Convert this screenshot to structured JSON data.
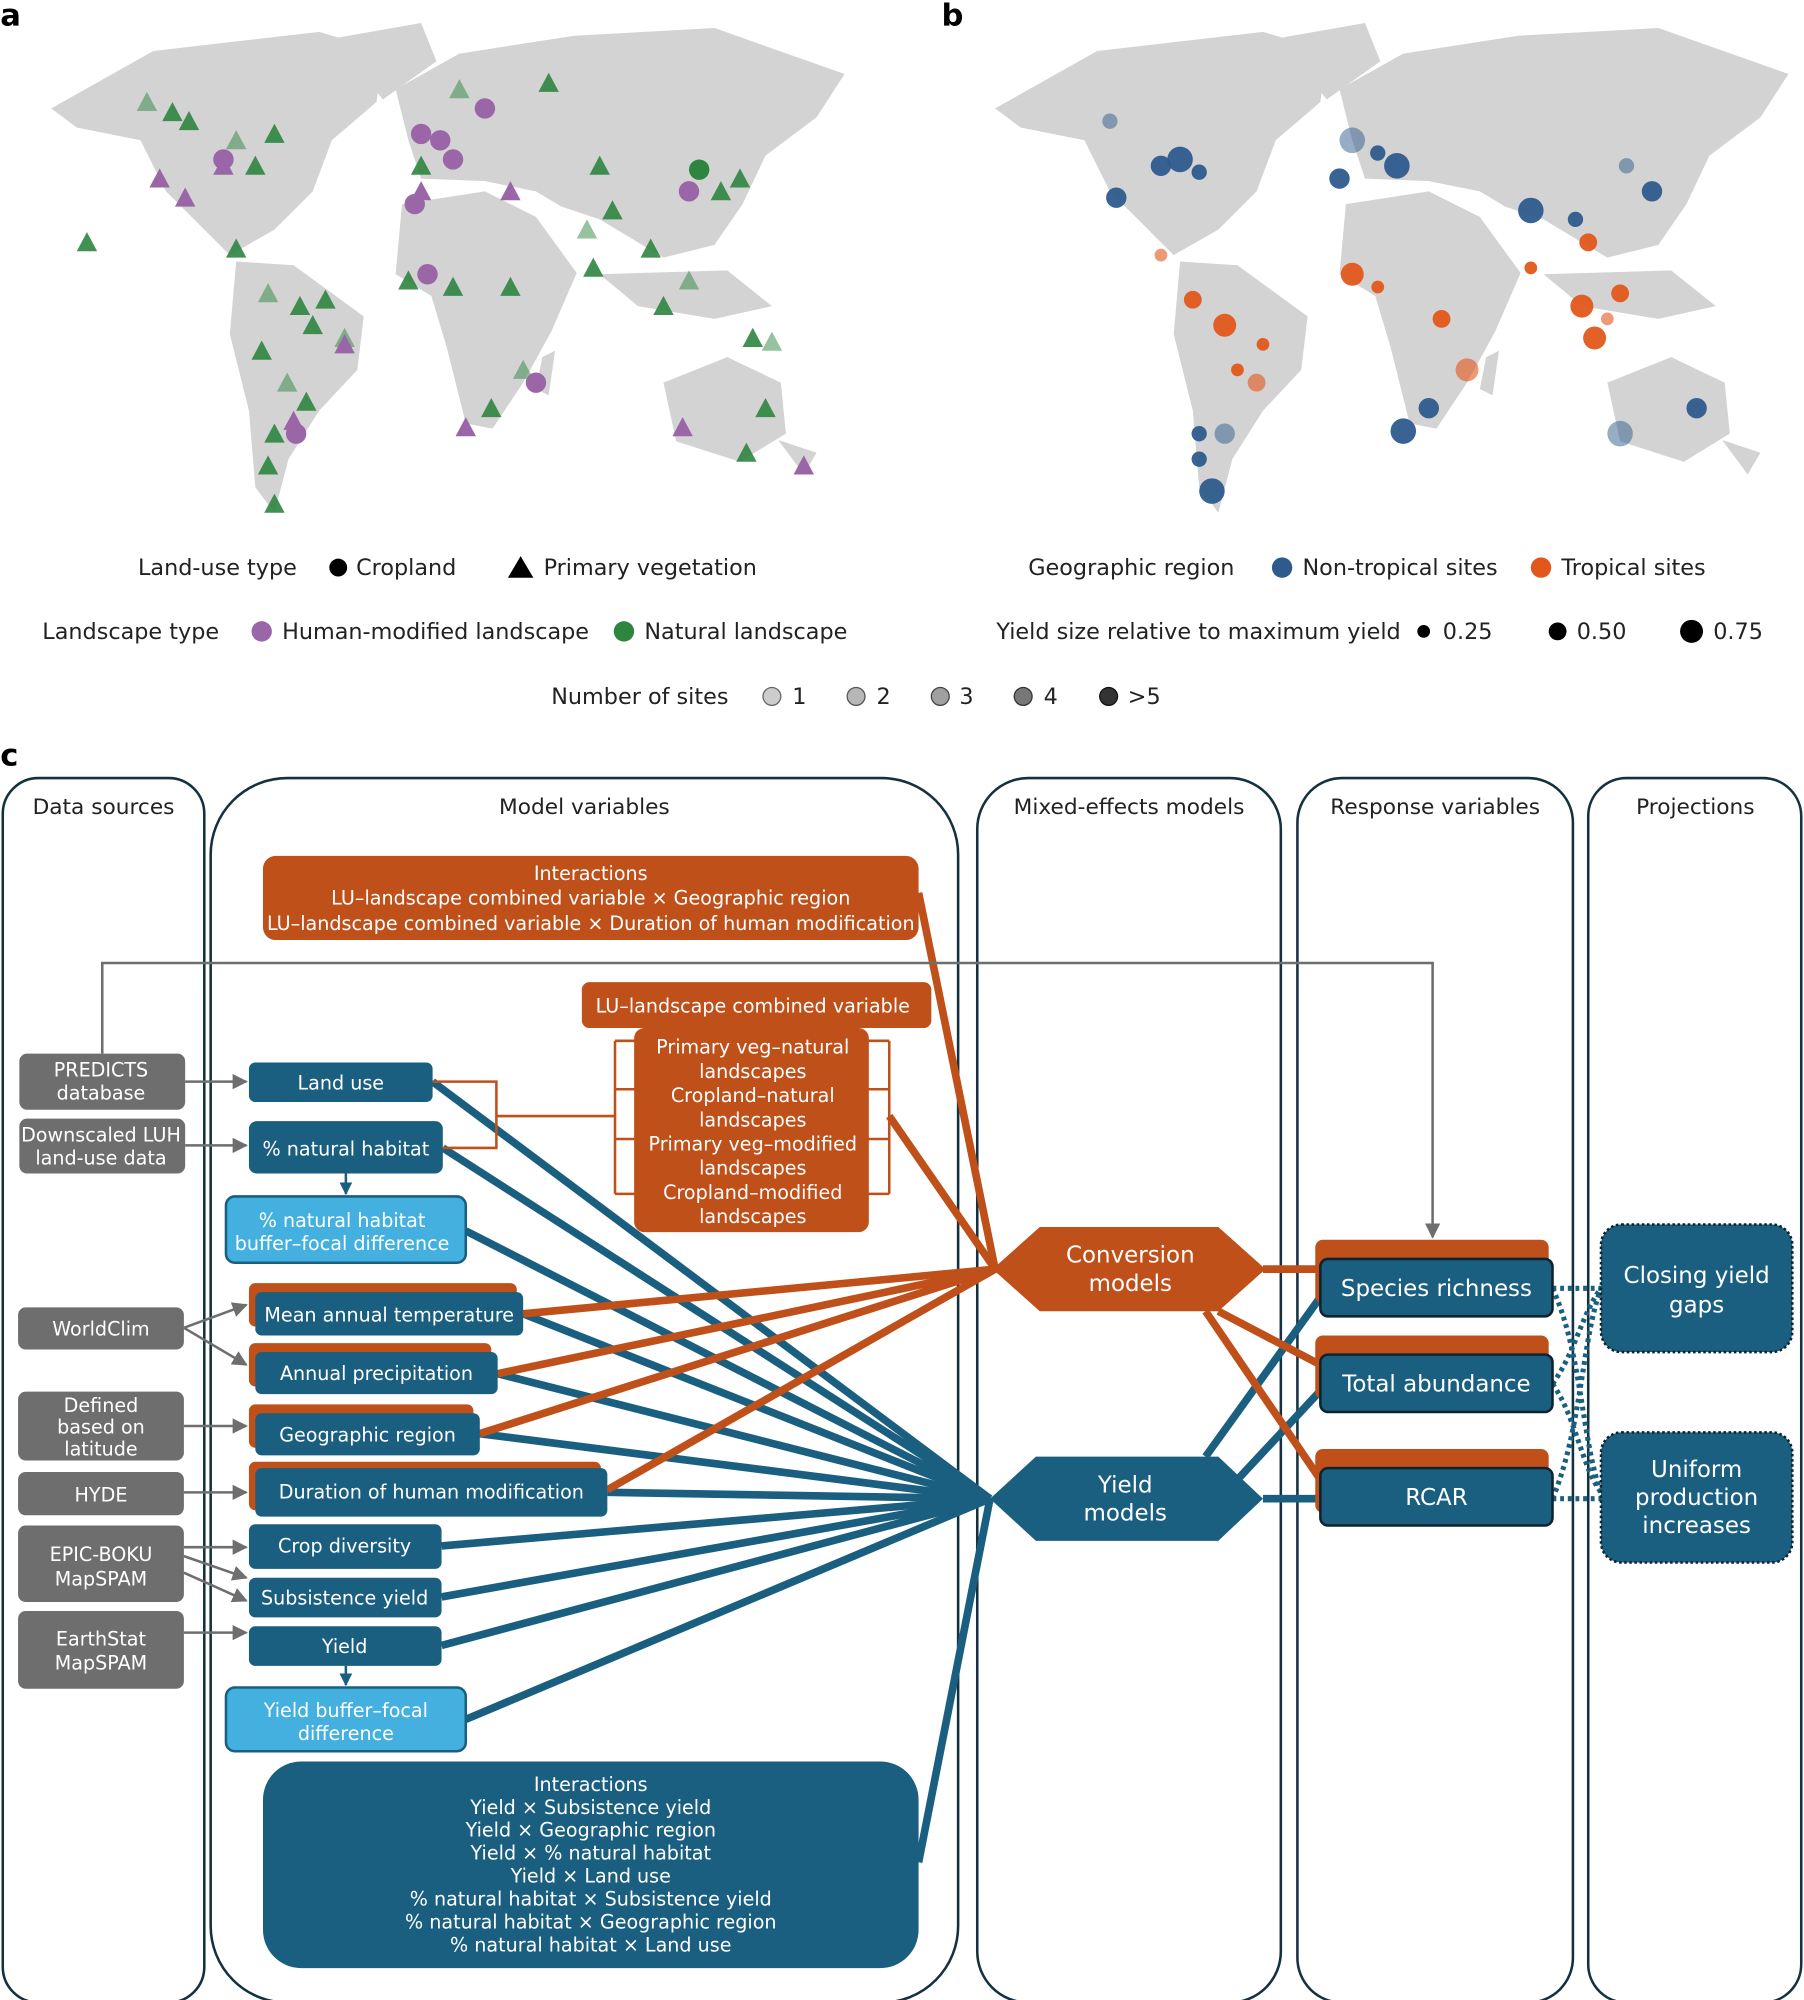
{
  "panels": {
    "a": "a",
    "b": "b",
    "c": "c"
  },
  "colors": {
    "orange": "#c0501a",
    "blue": "#1a5f80",
    "light_blue": "#44b0e0",
    "grey": "#6e6e6e",
    "green": "#2e8540",
    "purple": "#9a66a8",
    "nontropical": "#2d5b8c",
    "tropical": "#e2571b"
  },
  "legend_a": {
    "landuse_title": "Land-use type",
    "cropland": "Cropland",
    "primary": "Primary vegetation",
    "landscape_title": "Landscape type",
    "human": "Human-modified landscape",
    "natural": "Natural landscape"
  },
  "legend_b": {
    "region_title": "Geographic region",
    "nontropical": "Non-tropical sites",
    "tropical": "Tropical sites",
    "yield_title": "Yield size relative to maximum yield",
    "y1": "0.25",
    "y2": "0.50",
    "y3": "0.75"
  },
  "legend_sites": {
    "title": "Number of sites",
    "n1": "1",
    "n2": "2",
    "n3": "3",
    "n4": "4",
    "n5": ">5"
  },
  "columns": {
    "data": "Data sources",
    "vars": "Model variables",
    "models": "Mixed-effects models",
    "response": "Response variables",
    "proj": "Projections"
  },
  "sources": {
    "predicts": [
      "PREDICTS",
      "database"
    ],
    "luh": [
      "Downscaled LUH",
      "land-use data"
    ],
    "worldclim": "WorldClim",
    "latitude": [
      "Defined",
      "based on",
      "latitude"
    ],
    "hyde": "HYDE",
    "epic": [
      "EPIC-BOKU",
      "MapSPAM"
    ],
    "earthstat": [
      "EarthStat",
      "MapSPAM"
    ]
  },
  "interactions_conv": [
    "Interactions",
    "LU–landscape combined variable × Geographic region",
    "LU–landscape combined variable × Duration of human modification"
  ],
  "lu_combined": "LU–landscape combined variable",
  "lu_levels": [
    [
      "Primary veg–natural",
      "landscapes"
    ],
    [
      "Cropland–natural",
      "landscapes"
    ],
    [
      "Primary veg–modified",
      "landscapes"
    ],
    [
      "Cropland–modified",
      "landscapes"
    ]
  ],
  "variables": {
    "land_use": "Land use",
    "nat_hab": "% natural habitat",
    "nat_hab_diff": [
      "% natural habitat",
      "buffer–focal difference"
    ],
    "temp": "Mean annual temperature",
    "precip": "Annual precipitation",
    "region": "Geographic region",
    "duration": "Duration of human modification",
    "crop_div": "Crop diversity",
    "subsistence": "Subsistence yield",
    "yield": "Yield",
    "yield_diff": [
      "Yield buffer–focal",
      "difference"
    ]
  },
  "interactions_yield": [
    "Interactions",
    "Yield × Subsistence yield",
    "Yield × Geographic region",
    "Yield × % natural habitat",
    "Yield × Land use",
    "% natural habitat × Subsistence yield",
    "% natural habitat × Geographic region",
    "% natural habitat × Land use"
  ],
  "models": {
    "conversion": [
      "Conversion",
      "models"
    ],
    "yield": [
      "Yield",
      "models"
    ]
  },
  "responses": {
    "richness": "Species richness",
    "abundance": "Total abundance",
    "rcar": "RCAR"
  },
  "projections": {
    "closing": [
      "Closing yield",
      "gaps"
    ],
    "uniform": [
      "Uniform",
      "production",
      "increases"
    ]
  }
}
